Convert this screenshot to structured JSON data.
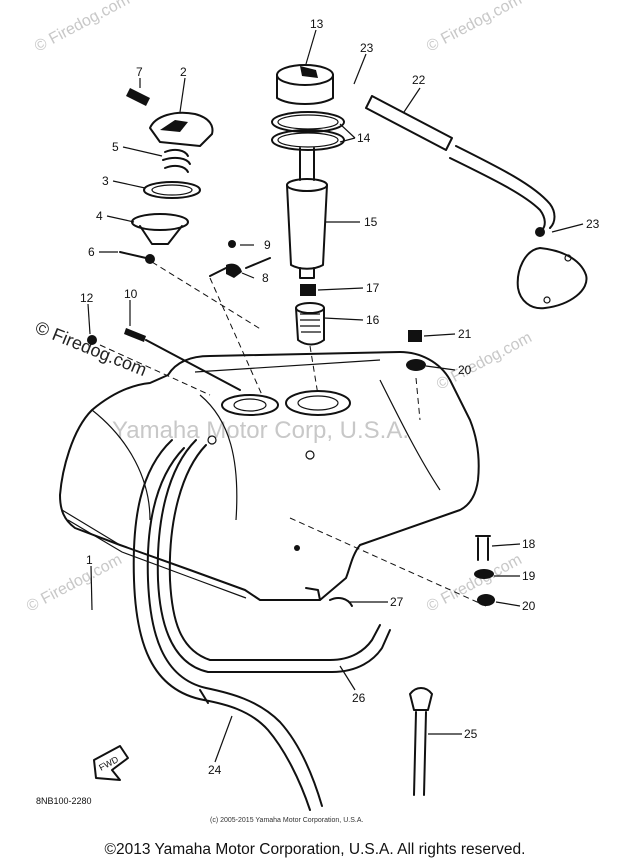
{
  "diagram": {
    "watermarks": {
      "site_main": "© Firedog.com",
      "site_repeat": "© Firedog.com",
      "company": "Yamaha Motor Corp, U.S.A."
    },
    "callouts": {
      "c1": "1",
      "c2": "2",
      "c3": "3",
      "c4": "4",
      "c5": "5",
      "c6": "6",
      "c7": "7",
      "c8": "8",
      "c9": "9",
      "c10": "10",
      "c12": "12",
      "c13": "13",
      "c14": "14",
      "c15": "15",
      "c16": "16",
      "c17": "17",
      "c18": "18",
      "c19": "19",
      "c20a": "20",
      "c20b": "20",
      "c21": "21",
      "c22": "22",
      "c23a": "23",
      "c23b": "23",
      "c24": "24",
      "c25": "25",
      "c26": "26",
      "c27": "27"
    },
    "fwd_label": "FWD",
    "drawing_code": "8NB100-2280",
    "small_copyright": "(c) 2005-2015 Yamaha Motor Corporation, U.S.A."
  },
  "footer": {
    "copyright": "©2013 Yamaha Motor Corporation, U.S.A. All rights reserved."
  }
}
